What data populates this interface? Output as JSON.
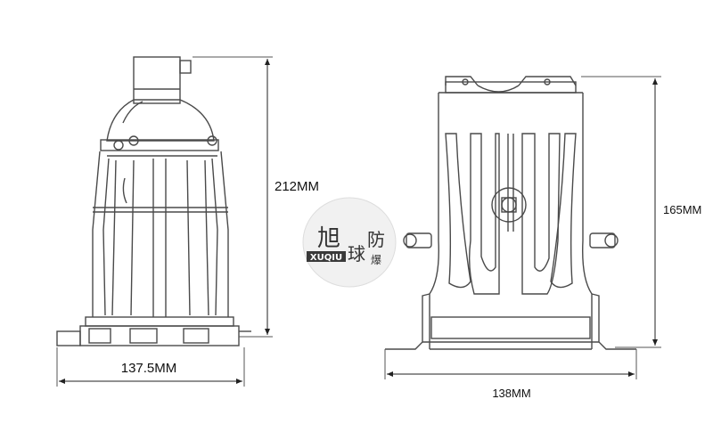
{
  "dimensions": {
    "side_height": "212MM",
    "side_width": "137.5MM",
    "front_height": "165MM",
    "front_width": "138MM"
  },
  "watermark": {
    "char_1": "旭",
    "char_2": "球",
    "char_3": "防",
    "char_4": "爆",
    "latin": "XUQIU"
  },
  "colors": {
    "line": "#4a4a4a",
    "background": "#ffffff"
  }
}
